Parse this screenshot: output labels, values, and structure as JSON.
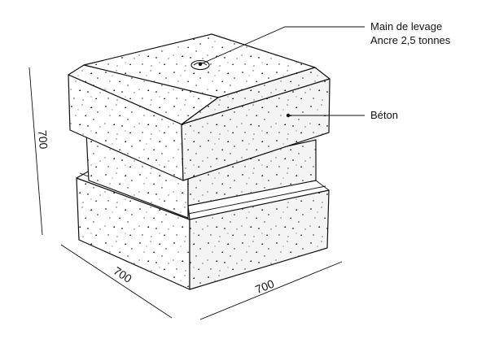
{
  "labels": {
    "lifting_handle": "Main de levage",
    "anchor_rating": "Ancre 2,5 tonnes",
    "material": "Béton"
  },
  "dimensions": {
    "height": "700",
    "depth": "700",
    "width": "700"
  },
  "colors": {
    "line": "#111111",
    "face_light": "#ffffff",
    "face_shade": "#f4f4f4",
    "speckle": "#222222"
  }
}
